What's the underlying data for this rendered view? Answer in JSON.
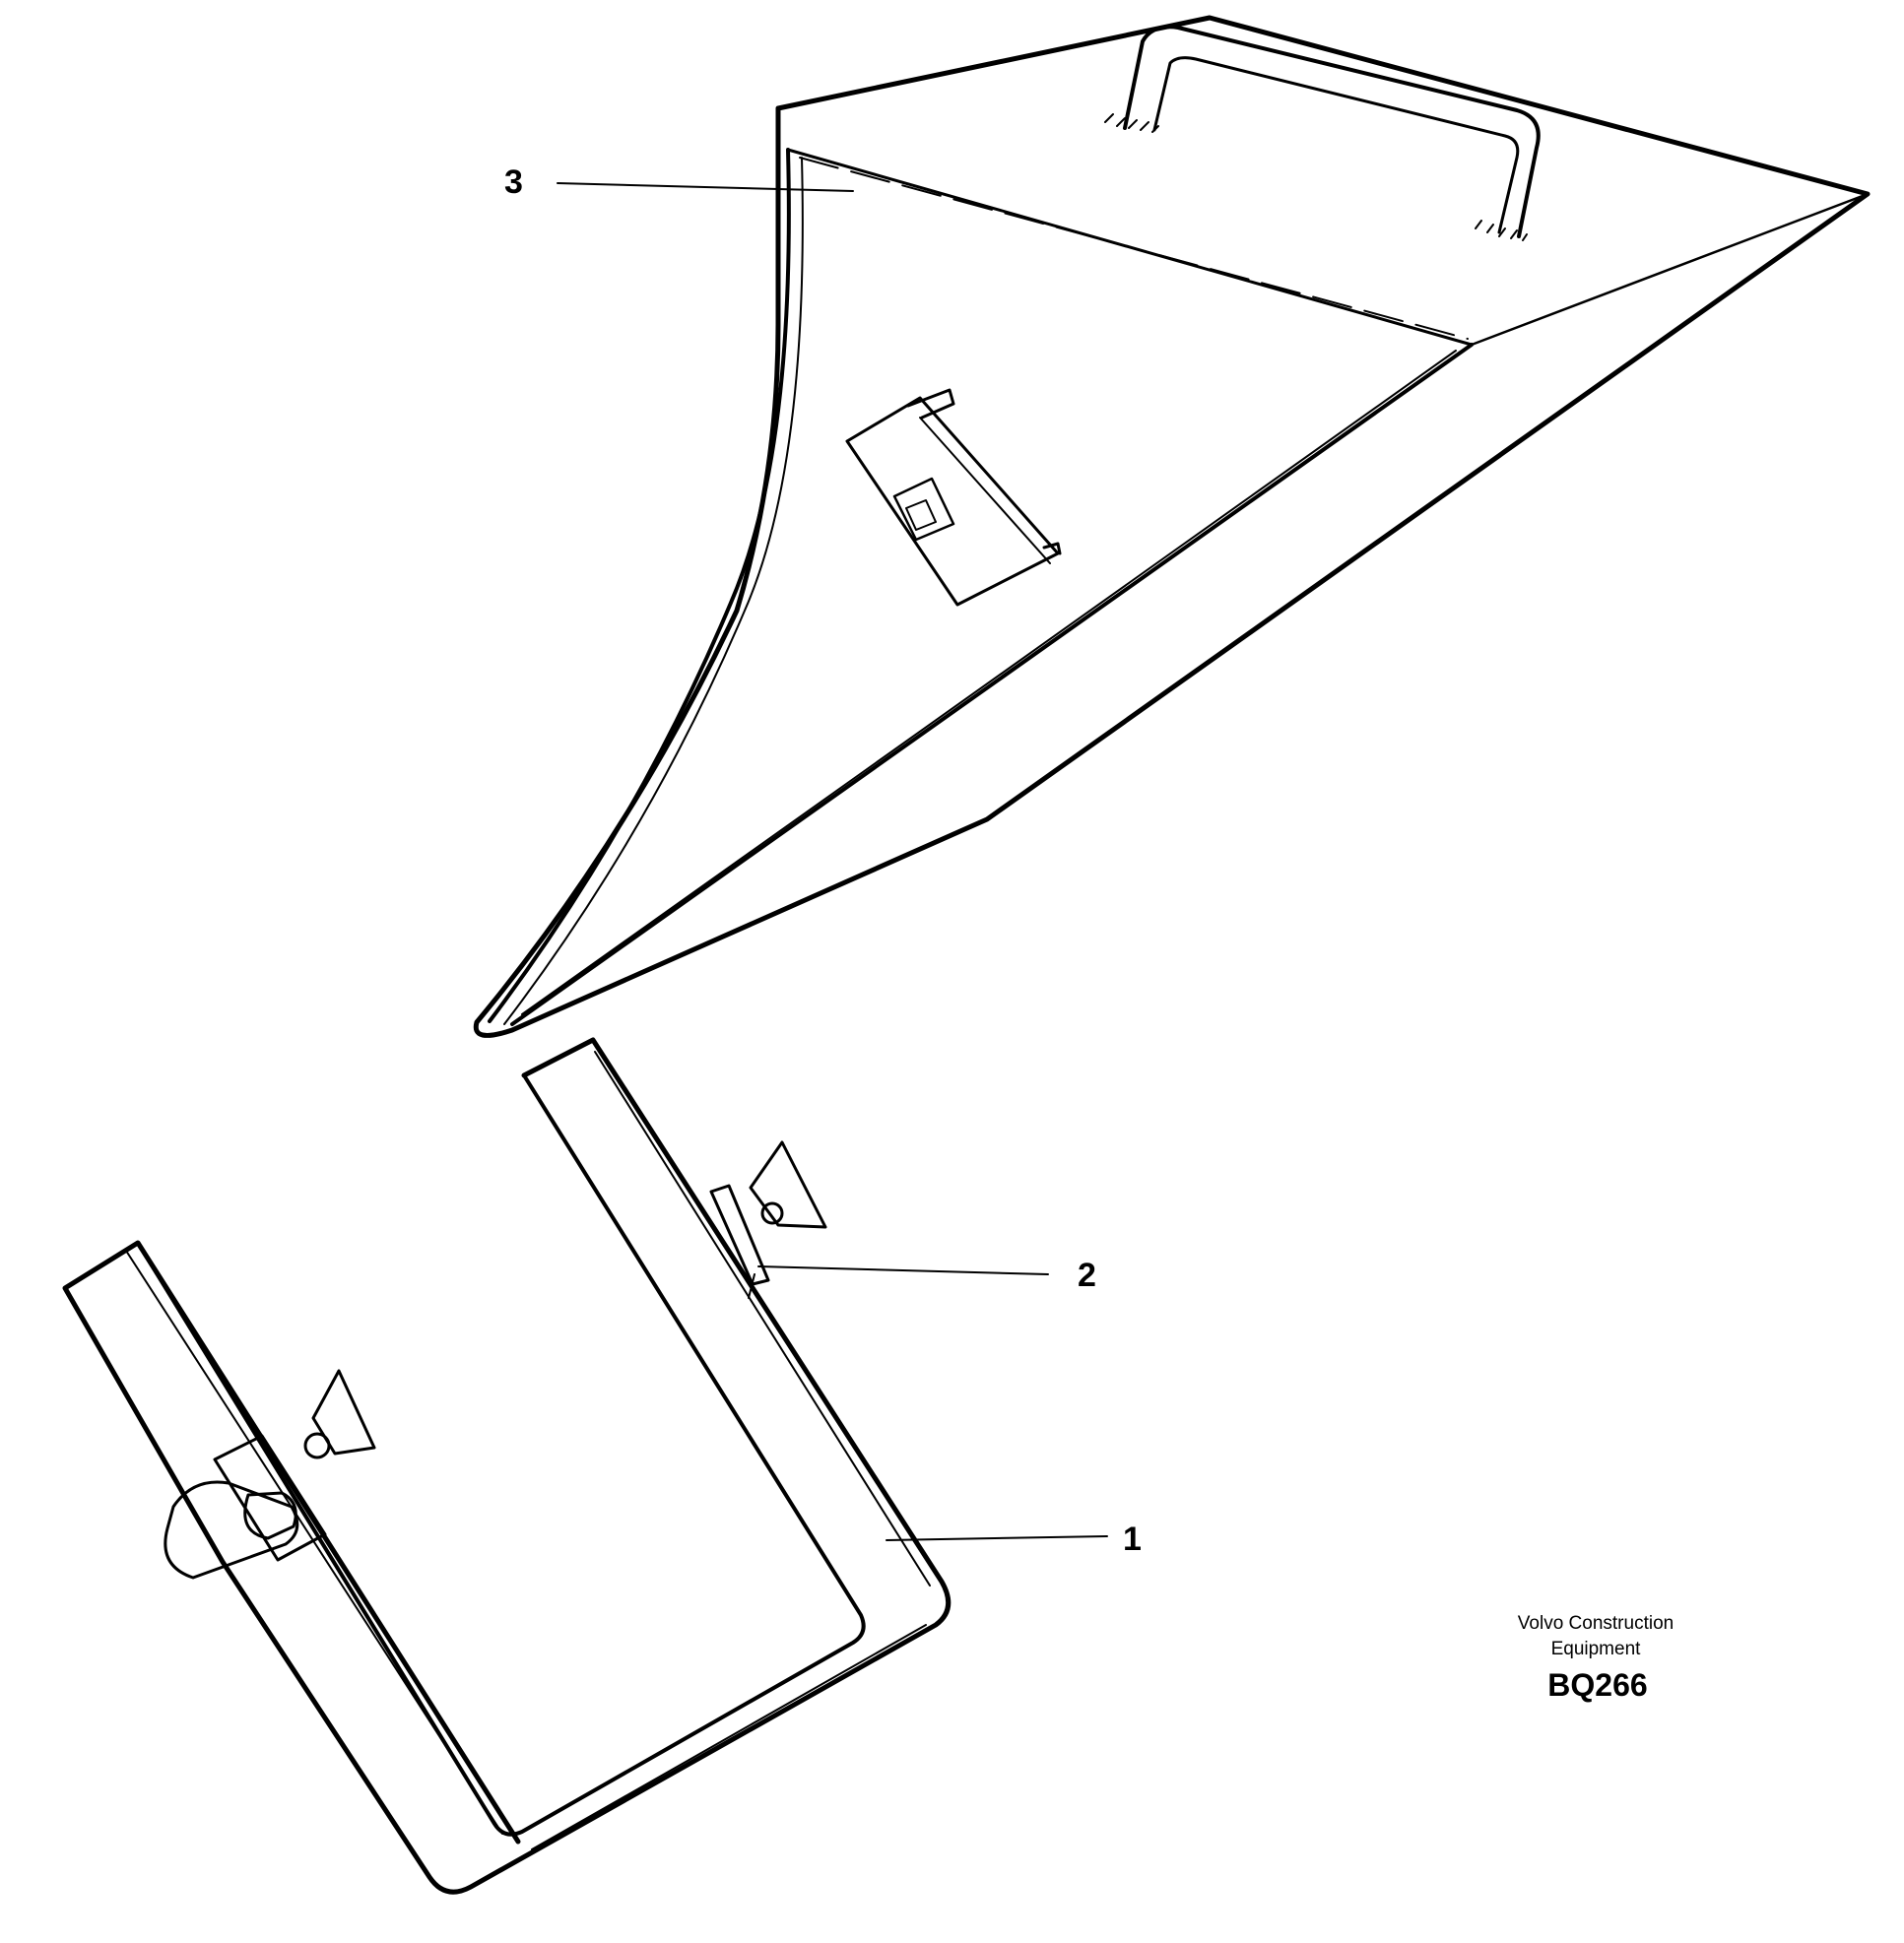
{
  "callouts": {
    "item_1": "1",
    "item_2": "2",
    "item_3": "3"
  },
  "caption": {
    "line1": "Volvo Construction",
    "line2": "Equipment",
    "code": "BQ266"
  },
  "colors": {
    "ink": "#000000",
    "paper": "#ffffff"
  }
}
